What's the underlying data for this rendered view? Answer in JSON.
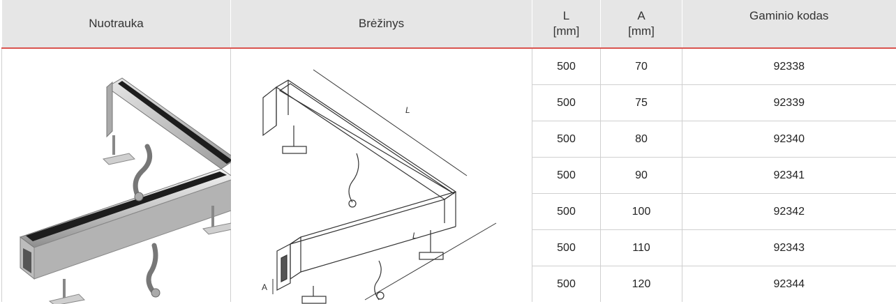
{
  "table": {
    "headers": [
      "Nuotrauka",
      "Brėžinys",
      "L\n[mm]",
      "A\n[mm]",
      "Gaminio kodas"
    ],
    "rows": [
      [
        "500",
        "70",
        "92338"
      ],
      [
        "500",
        "75",
        "92339"
      ],
      [
        "500",
        "80",
        "92340"
      ],
      [
        "500",
        "90",
        "92341"
      ],
      [
        "500",
        "100",
        "92342"
      ],
      [
        "500",
        "110",
        "92343"
      ],
      [
        "500",
        "120",
        "92344"
      ]
    ]
  },
  "drawing": {
    "label_l": "L",
    "label_a": "A"
  },
  "colors": {
    "header_bg": "#e6e6e6",
    "accent": "#d9534f",
    "grid": "#cfcfcf"
  }
}
